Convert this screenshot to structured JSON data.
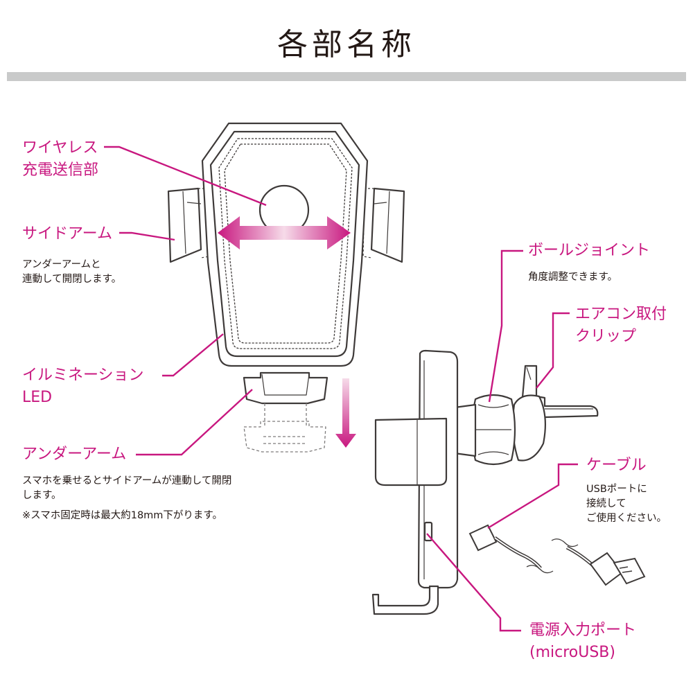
{
  "title": "各部名称",
  "colors": {
    "accent": "#c8177f",
    "line": "#595757",
    "rule": "#c9caca",
    "text": "#231815"
  },
  "labels": {
    "wireless_line1": "ワイヤレス",
    "wireless_line2": "充電送信部",
    "side_arm": "サイドアーム",
    "side_arm_note_line1": "アンダーアームと",
    "side_arm_note_line2": "連動して開閉します。",
    "illumination_line1": "イルミネーション",
    "illumination_line2": "LED",
    "under_arm": "アンダーアーム",
    "under_arm_note_line1": "スマホを乗せるとサイドアームが連動して開閉",
    "under_arm_note_line2": "します。",
    "under_arm_note_line3": "※スマホ固定時は最大約18mm下がります。",
    "ball_joint": "ボールジョイント",
    "ball_joint_note": "角度調整できます。",
    "clip_line1": "エアコン取付",
    "clip_line2": "クリップ",
    "cable": "ケーブル",
    "cable_note_line1": "USBポートに",
    "cable_note_line2": "接続して",
    "cable_note_line3": "ご使用ください。",
    "port_line1": "電源入力ポート",
    "port_line2": "(microUSB)"
  }
}
